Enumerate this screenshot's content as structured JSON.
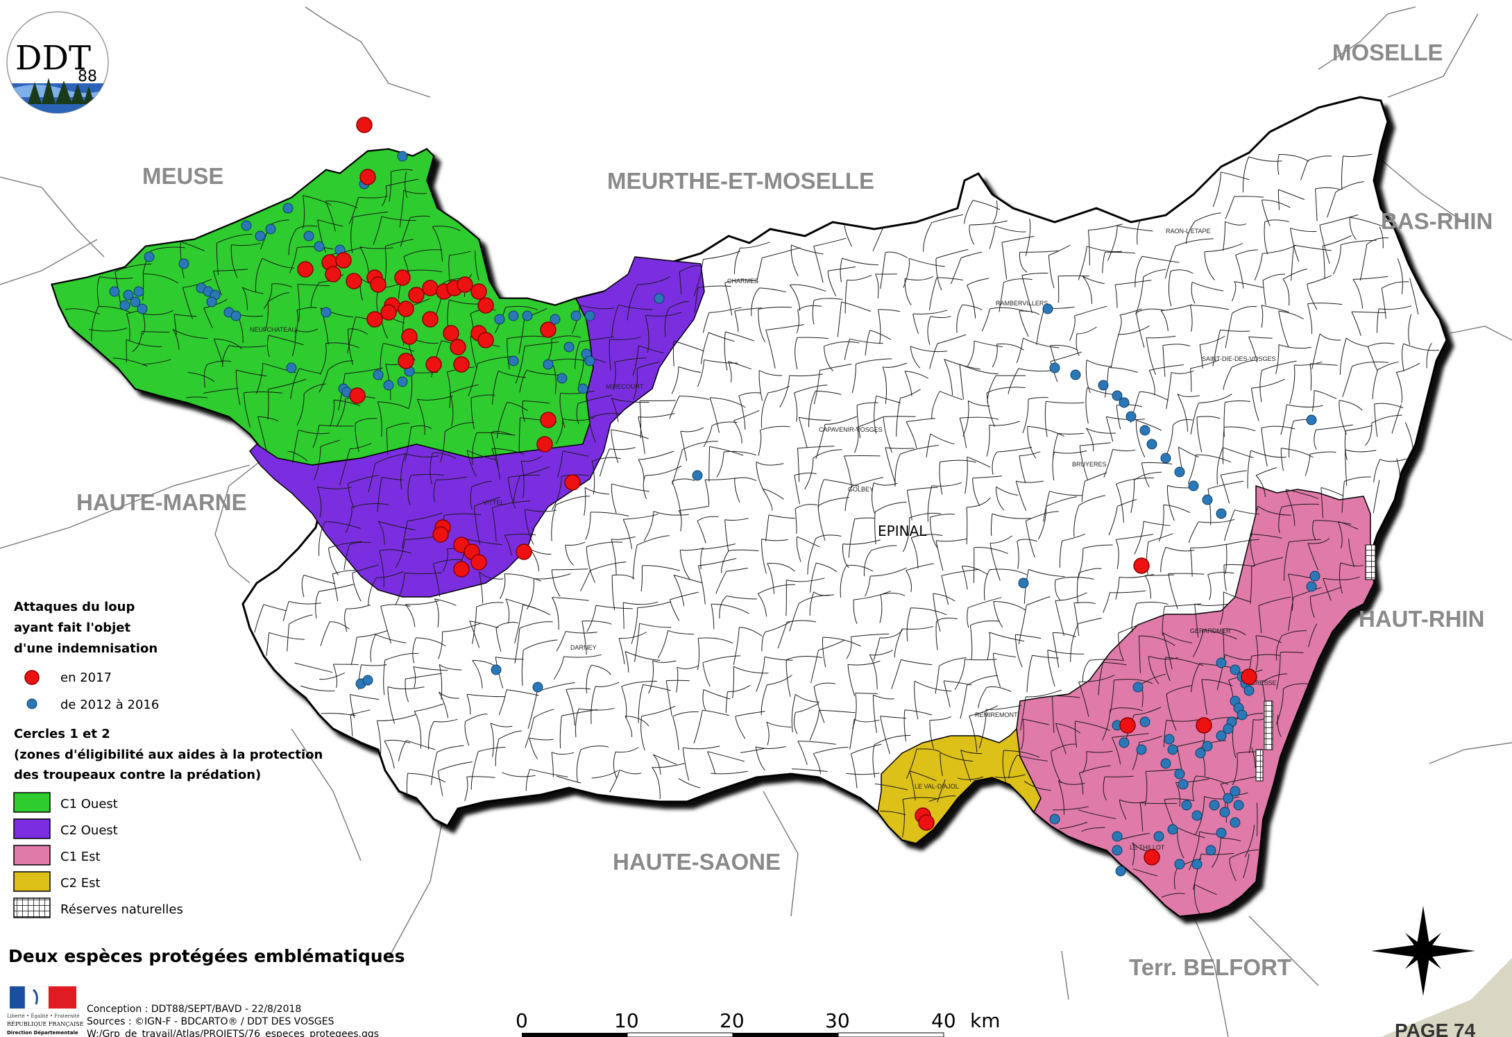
{
  "logo": {
    "text": "DDT",
    "number": "88"
  },
  "departments": {
    "meuse": "MEUSE",
    "meurthe_et_moselle": "MEURTHE-ET-MOSELLE",
    "moselle": "MOSELLE",
    "bas_rhin": "BAS-RHIN",
    "haute_marne": "HAUTE-MARNE",
    "haut_rhin": "HAUT-RHIN",
    "haute_saone": "HAUTE-SAONE",
    "terr_belfort": "Terr. BELFORT"
  },
  "towns": {
    "epinal": "EPINAL",
    "neufchateau": "NEUFCHATEAU",
    "charmes": "CHARMES",
    "rambervillers": "RAMBERVILLERS",
    "raon": "RAON-L'ETAPE",
    "saint_die": "SAINT-DIE-DES-VOSGES",
    "mirecourt": "MIRECOURT",
    "vittel": "VITTEL",
    "capavenir": "CAPAVENIR-VOSGES",
    "golbey": "GOLBEY",
    "bruyeres": "BRUYERES",
    "gerardmer": "GERARDMER",
    "bresse": "LA BRESSE",
    "remiremont": "REMIREMONT",
    "val_ajol": "LE VAL-D'AJOL",
    "thillot": "LE THILLOT",
    "darney": "DARNEY"
  },
  "legend": {
    "attacks_title_1": "Attaques du loup",
    "attacks_title_2": "ayant fait l'objet",
    "attacks_title_3": "d'une indemnisation",
    "attacks_2017": "en 2017",
    "attacks_2012_2016": "de 2012 à 2016",
    "circles_title_1": "Cercles 1 et 2",
    "circles_title_2": "(zones d'éligibilité aux aides à la protection",
    "circles_title_3": "des troupeaux contre la prédation)",
    "c1_ouest": "C1 Ouest",
    "c2_ouest": "C2 Ouest",
    "c1_est": "C1 Est",
    "c2_est": "C2 Est",
    "reserves": "Réserves naturelles"
  },
  "colors": {
    "c1_ouest": "#2ecc2e",
    "c2_ouest": "#7a2ee0",
    "c1_est": "#e07aa8",
    "c2_est": "#ddc018",
    "attack_2017": "#ee1111",
    "attack_2012_2016": "#2a78b8"
  },
  "footer": {
    "title": "Deux espèces protégées emblématiques",
    "conception": "Conception : DDT88/SEPT/BAVD - 22/8/2018",
    "sources": "Sources : ©IGN-F - BDCARTO® / DDT DES VOSGES",
    "path": "W:/Grp_de_travail/Atlas/PROJETS/76_especes_protegees.qgs",
    "page": "PAGE 74"
  },
  "scale": {
    "ticks": [
      "0",
      "10",
      "20",
      "30",
      "40"
    ],
    "unit": "km"
  },
  "map_data": {
    "attacks_2017": [
      [
        525,
        180
      ],
      [
        530,
        255
      ],
      [
        440,
        388
      ],
      [
        475,
        378
      ],
      [
        495,
        375
      ],
      [
        480,
        395
      ],
      [
        510,
        405
      ],
      [
        540,
        400
      ],
      [
        545,
        410
      ],
      [
        580,
        400
      ],
      [
        600,
        425
      ],
      [
        620,
        415
      ],
      [
        640,
        420
      ],
      [
        655,
        415
      ],
      [
        670,
        410
      ],
      [
        690,
        420
      ],
      [
        700,
        440
      ],
      [
        540,
        460
      ],
      [
        565,
        440
      ],
      [
        560,
        450
      ],
      [
        585,
        445
      ],
      [
        590,
        485
      ],
      [
        620,
        460
      ],
      [
        650,
        480
      ],
      [
        660,
        500
      ],
      [
        690,
        480
      ],
      [
        700,
        490
      ],
      [
        625,
        525
      ],
      [
        665,
        525
      ],
      [
        585,
        520
      ],
      [
        515,
        570
      ],
      [
        790,
        475
      ],
      [
        790,
        605
      ],
      [
        785,
        640
      ],
      [
        825,
        695
      ],
      [
        638,
        760
      ],
      [
        635,
        770
      ],
      [
        665,
        785
      ],
      [
        680,
        795
      ],
      [
        690,
        810
      ],
      [
        665,
        820
      ],
      [
        755,
        795
      ],
      [
        1645,
        815
      ],
      [
        1800,
        975
      ],
      [
        1735,
        1045
      ],
      [
        1625,
        1045
      ],
      [
        1660,
        1235
      ],
      [
        1330,
        1175
      ],
      [
        1335,
        1185
      ]
    ],
    "attacks_2012_2016": [
      [
        580,
        225
      ],
      [
        415,
        300
      ],
      [
        355,
        325
      ],
      [
        390,
        330
      ],
      [
        375,
        340
      ],
      [
        215,
        370
      ],
      [
        265,
        380
      ],
      [
        200,
        420
      ],
      [
        165,
        420
      ],
      [
        185,
        425
      ],
      [
        195,
        435
      ],
      [
        180,
        440
      ],
      [
        205,
        445
      ],
      [
        290,
        415
      ],
      [
        300,
        420
      ],
      [
        310,
        425
      ],
      [
        305,
        435
      ],
      [
        330,
        450
      ],
      [
        340,
        455
      ],
      [
        445,
        340
      ],
      [
        460,
        355
      ],
      [
        490,
        360
      ],
      [
        525,
        265
      ],
      [
        470,
        450
      ],
      [
        420,
        530
      ],
      [
        495,
        560
      ],
      [
        500,
        565
      ],
      [
        545,
        540
      ],
      [
        560,
        555
      ],
      [
        580,
        550
      ],
      [
        590,
        535
      ],
      [
        720,
        460
      ],
      [
        740,
        455
      ],
      [
        760,
        455
      ],
      [
        800,
        460
      ],
      [
        830,
        455
      ],
      [
        850,
        455
      ],
      [
        820,
        500
      ],
      [
        845,
        510
      ],
      [
        740,
        520
      ],
      [
        790,
        525
      ],
      [
        810,
        545
      ],
      [
        850,
        520
      ],
      [
        840,
        560
      ],
      [
        950,
        430
      ],
      [
        1005,
        685
      ],
      [
        1510,
        445
      ],
      [
        1890,
        605
      ],
      [
        1475,
        840
      ],
      [
        1895,
        830
      ],
      [
        1890,
        845
      ],
      [
        715,
        965
      ],
      [
        775,
        990
      ],
      [
        520,
        985
      ],
      [
        530,
        980
      ],
      [
        1520,
        530
      ],
      [
        1550,
        540
      ],
      [
        1590,
        555
      ],
      [
        1610,
        570
      ],
      [
        1620,
        580
      ],
      [
        1630,
        600
      ],
      [
        1650,
        620
      ],
      [
        1660,
        640
      ],
      [
        1680,
        660
      ],
      [
        1700,
        680
      ],
      [
        1720,
        700
      ],
      [
        1740,
        720
      ],
      [
        1760,
        740
      ],
      [
        1760,
        955
      ],
      [
        1780,
        965
      ],
      [
        1790,
        975
      ],
      [
        1795,
        985
      ],
      [
        1800,
        995
      ],
      [
        1780,
        1010
      ],
      [
        1785,
        1020
      ],
      [
        1790,
        1030
      ],
      [
        1775,
        1040
      ],
      [
        1770,
        1050
      ],
      [
        1760,
        1060
      ],
      [
        1740,
        1075
      ],
      [
        1730,
        1085
      ],
      [
        1640,
        990
      ],
      [
        1650,
        1040
      ],
      [
        1610,
        1045
      ],
      [
        1620,
        1070
      ],
      [
        1645,
        1080
      ],
      [
        1685,
        1065
      ],
      [
        1690,
        1080
      ],
      [
        1680,
        1100
      ],
      [
        1700,
        1115
      ],
      [
        1705,
        1130
      ],
      [
        1750,
        1160
      ],
      [
        1770,
        1150
      ],
      [
        1780,
        1140
      ],
      [
        1785,
        1160
      ],
      [
        1765,
        1170
      ],
      [
        1690,
        1195
      ],
      [
        1670,
        1205
      ],
      [
        1610,
        1205
      ],
      [
        1610,
        1225
      ],
      [
        1615,
        1255
      ],
      [
        1520,
        1180
      ],
      [
        1700,
        1245
      ],
      [
        1725,
        1245
      ],
      [
        1745,
        1225
      ],
      [
        1760,
        1200
      ],
      [
        1780,
        1185
      ],
      [
        1725,
        1175
      ],
      [
        1710,
        1160
      ]
    ]
  }
}
